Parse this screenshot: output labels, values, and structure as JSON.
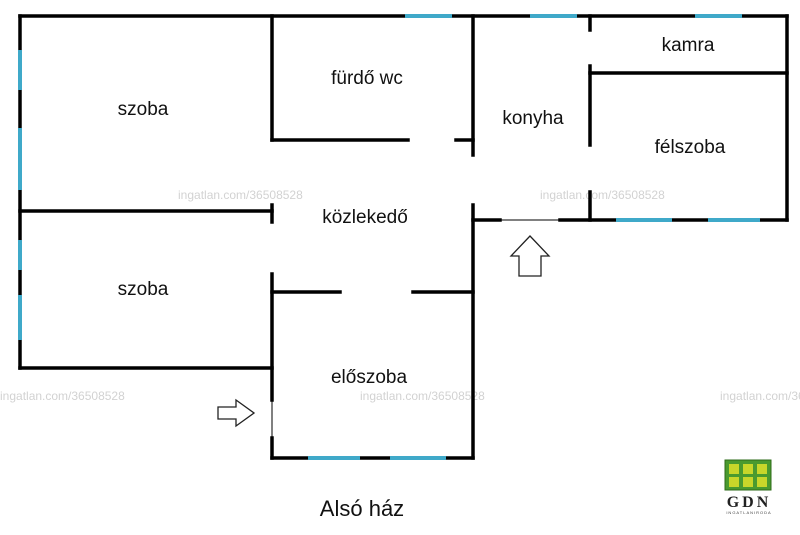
{
  "rooms": {
    "szoba_top": "szoba",
    "furdo": "fürdő  wc",
    "konyha": "konyha",
    "kamra": "kamra",
    "felszoba": "félszoba",
    "kozlekedo": "közlekedő",
    "szoba_bottom": "szoba",
    "eloszoba": "előszoba"
  },
  "caption": "Alsó  ház",
  "watermark": "ingatlan.com/36508528",
  "logo": {
    "brand": "GDN",
    "tagline": "INGATLANIRODA",
    "icon": "window-logo-icon"
  },
  "colors": {
    "wall": "#000000",
    "window": "#3fa9c9",
    "logo_green": "#4a9a2f",
    "logo_yellow": "#c8d62a"
  }
}
